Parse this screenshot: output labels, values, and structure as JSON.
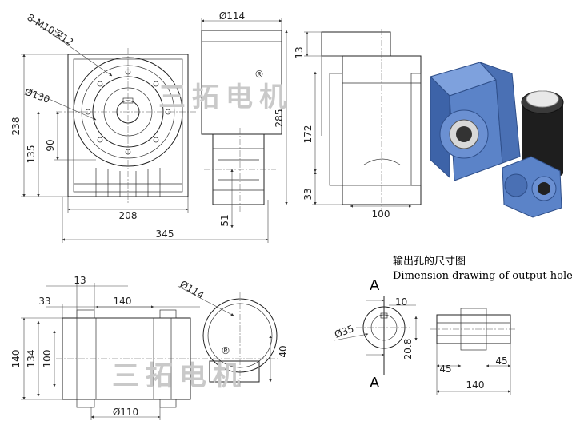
{
  "front_view": {
    "thread_note": "8-M10深12",
    "dim_dia130": "Ø130",
    "dim_238": "238",
    "dim_135": "135",
    "dim_90": "90",
    "dim_208": "208",
    "dim_345": "345"
  },
  "motor_view": {
    "dim_dia114": "Ø114",
    "dim_285": "285",
    "dim_51": "51"
  },
  "side_view": {
    "dim_13": "13",
    "dim_172": "172",
    "dim_33": "33",
    "dim_100": "100"
  },
  "top_view": {
    "dim_13": "13",
    "dim_33": "33",
    "dim_140_top": "140",
    "dim_140_left": "140",
    "dim_134": "134",
    "dim_100": "100",
    "dim_dia110": "Ø110",
    "dim_dia114": "Ø114",
    "dim_40": "40"
  },
  "output_hole": {
    "title_cn": "输出孔的尺寸图",
    "title_en": "Dimension drawing of output holes",
    "section_a_top": "A",
    "section_a_bottom": "A",
    "dim_10": "10",
    "dim_dia35": "Ø35",
    "dim_20_8": "20.8",
    "dim_45_left": "45",
    "dim_45_right": "45",
    "dim_140": "140"
  },
  "watermark": {
    "text": "三拓电机",
    "registered_mark": "®"
  },
  "colors": {
    "gearbox_blue": "#5b83c8",
    "gearbox_dark": "#2f4f8a",
    "motor_black": "#1e1e1e",
    "line": "#222222"
  }
}
